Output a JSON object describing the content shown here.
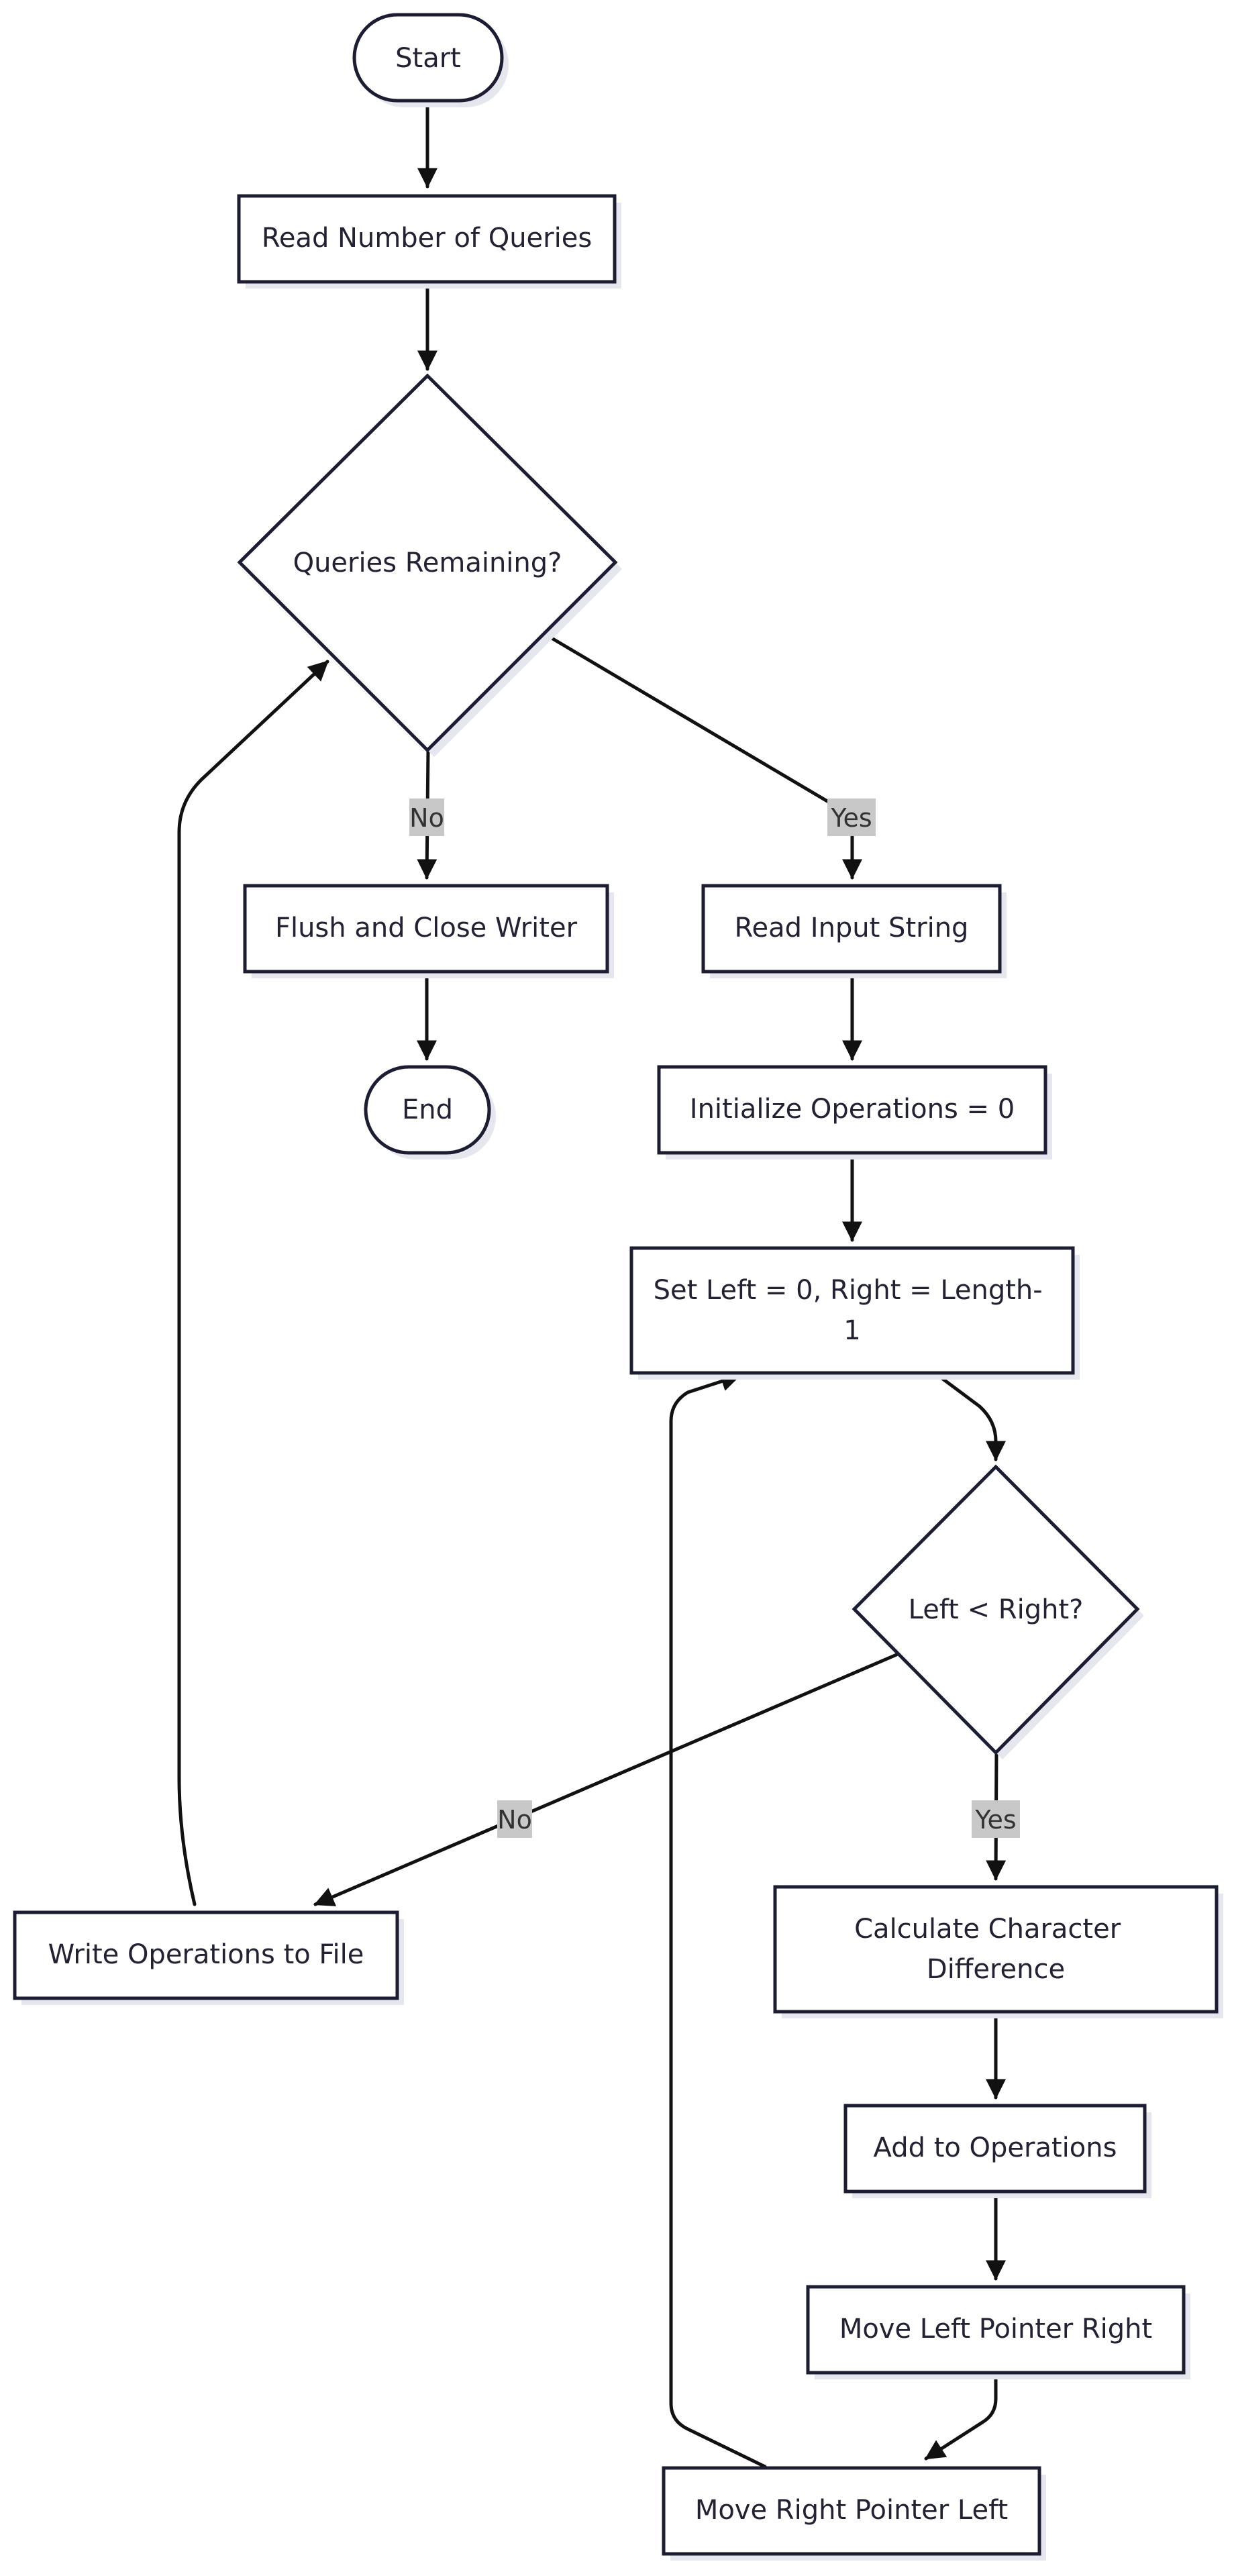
{
  "diagram": {
    "nodes": {
      "start": {
        "label": "Start"
      },
      "read_queries": {
        "label": "Read Number of Queries"
      },
      "queries_remaining": {
        "label": "Queries Remaining?"
      },
      "flush_close": {
        "label": "Flush and Close Writer"
      },
      "end": {
        "label": "End"
      },
      "read_input": {
        "label": "Read Input String"
      },
      "init_ops": {
        "label": "Initialize Operations = 0"
      },
      "set_left_right": {
        "lines": [
          "Set Left = 0, Right = Length-",
          "1"
        ]
      },
      "left_lt_right": {
        "label": "Left < Right?"
      },
      "write_ops": {
        "label": "Write Operations to File"
      },
      "calc_diff": {
        "lines": [
          "Calculate Character",
          "Difference"
        ]
      },
      "add_ops": {
        "label": "Add to Operations"
      },
      "move_left": {
        "label": "Move Left Pointer Right"
      },
      "move_right": {
        "label": "Move Right Pointer Left"
      }
    },
    "edge_labels": {
      "queries_no": "No",
      "queries_yes": "Yes",
      "loop_no": "No",
      "loop_yes": "Yes"
    }
  }
}
